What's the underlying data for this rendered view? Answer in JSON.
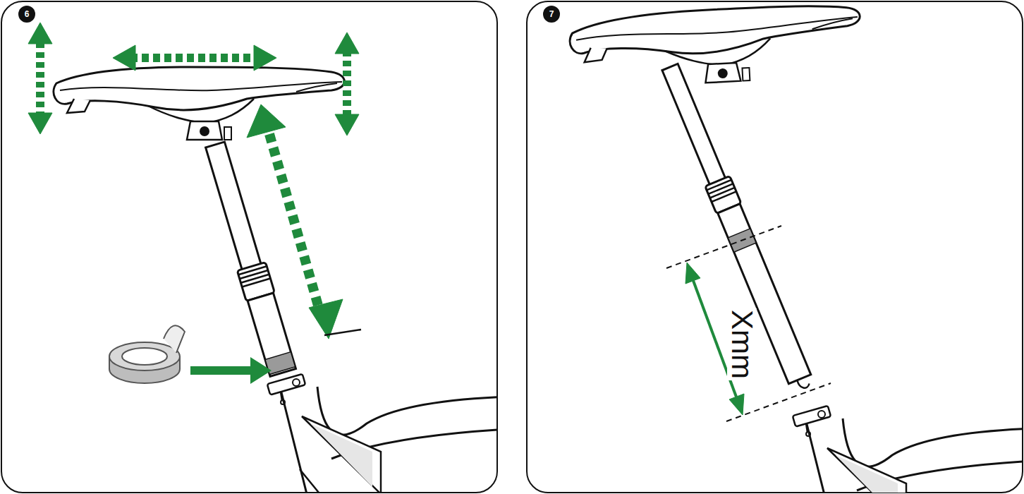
{
  "diagram": {
    "labels": [
      "6",
      "7",
      "Xmm"
    ]
  }
}
